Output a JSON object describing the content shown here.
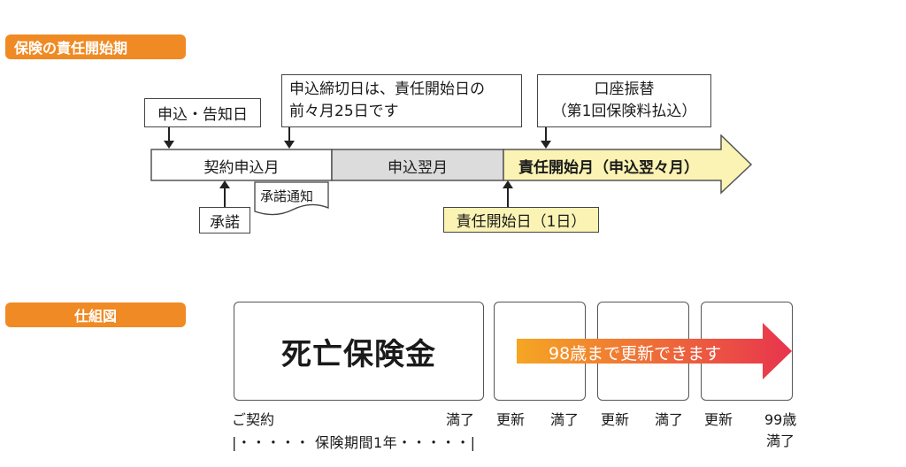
{
  "section1": {
    "title": "保険の責任開始期",
    "callout_apply": "申込・告知日",
    "callout_deadline_line1": "申込締切日は、責任開始日の",
    "callout_deadline_line2": "前々月25日です",
    "callout_debit_line1": "口座振替",
    "callout_debit_line2": "（第1回保険料払込）",
    "timeline": {
      "seg1": "契約申込月",
      "seg2": "申込翌月",
      "seg3": "責任開始月（申込翌々月）"
    },
    "approval": "承諾",
    "approval_notice": "承諾通知",
    "start_day": "責任開始日（1日）"
  },
  "section2": {
    "title": "仕組図",
    "main_box": "死亡保険金",
    "renew_arrow": "98歳まで更新できます",
    "labels": {
      "contract": "ご契約",
      "expire1": "満了",
      "renew1": "更新",
      "expire2": "満了",
      "renew2": "更新",
      "expire3": "満了",
      "renew3": "更新",
      "age99": "99歳",
      "expire_final": "満了"
    },
    "period": "|・・・・・ 保険期間1年・・・・・|"
  },
  "colors": {
    "accent": "#f08a24",
    "segment_gray": "#dcdcdc",
    "segment_yellow": "#fbf3b4",
    "arrow_start": "#f5a623",
    "arrow_end": "#e8344e"
  }
}
